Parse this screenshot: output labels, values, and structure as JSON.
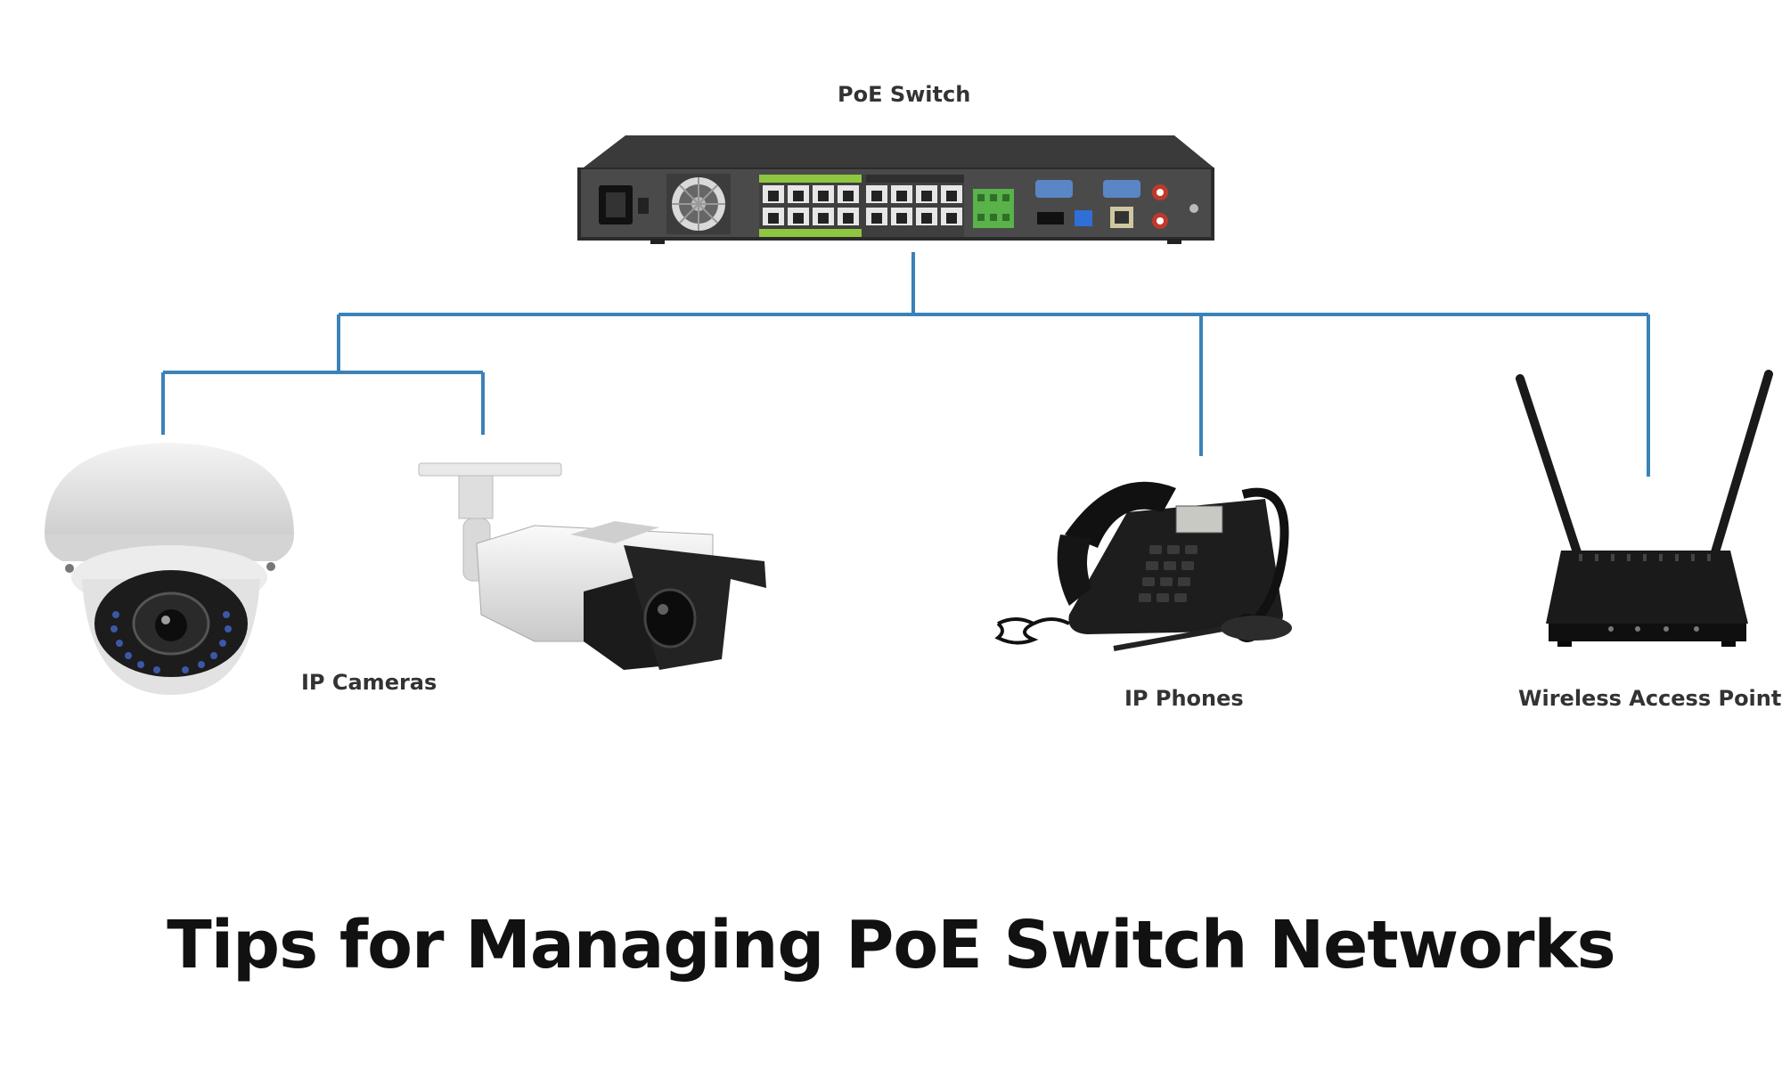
{
  "title": "Tips for Managing PoE Switch Networks",
  "nodes": {
    "switch": {
      "label": "PoE Switch"
    },
    "cameras": {
      "label": "IP Cameras"
    },
    "phones": {
      "label": "IP Phones"
    },
    "access_point": {
      "label": "Wireless Access Point"
    }
  },
  "colors": {
    "connector": "#3b82b8",
    "switch_body": "#2b2b2b",
    "port_green": "#8ec63f",
    "camera_white": "#e8e8e8",
    "device_black": "#1a1a1a"
  },
  "icons": [
    "poe-switch-icon",
    "dome-camera-icon",
    "bullet-camera-icon",
    "ip-phone-icon",
    "router-icon"
  ]
}
